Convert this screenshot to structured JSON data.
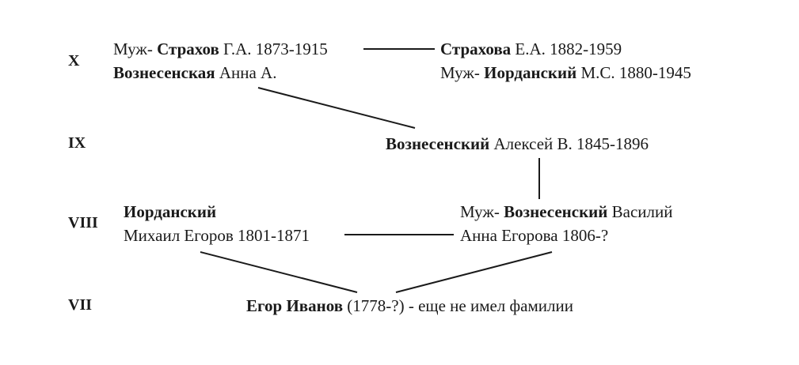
{
  "generations": [
    "X",
    "IX",
    "VIII",
    "VII"
  ],
  "gen_x": {
    "left": {
      "line1_prefix": "Муж-",
      "line1_surname": "Страхов",
      "line1_rest": "Г.А. 1873-1915",
      "line2_surname": "Вознесенская",
      "line2_rest": "Анна А."
    },
    "right": {
      "line1_surname": "Страхова",
      "line1_rest": "Е.А. 1882-1959",
      "line2_prefix": "Муж-",
      "line2_surname": "Иорданский",
      "line2_rest": "М.С. 1880-1945"
    }
  },
  "gen_ix": {
    "surname": "Вознесенский",
    "rest": "Алексей В. 1845-1896"
  },
  "gen_viii": {
    "left": {
      "surname": "Иорданский",
      "line2": "Михаил Егоров 1801-1871"
    },
    "right": {
      "prefix": "Муж-",
      "surname": "Вознесенский",
      "rest": "Василий",
      "line2": "Анна Егорова 1806-?"
    }
  },
  "gen_vii": {
    "name": "Егор Иванов",
    "rest": "(1778-?) - еще не имел фамилии"
  }
}
